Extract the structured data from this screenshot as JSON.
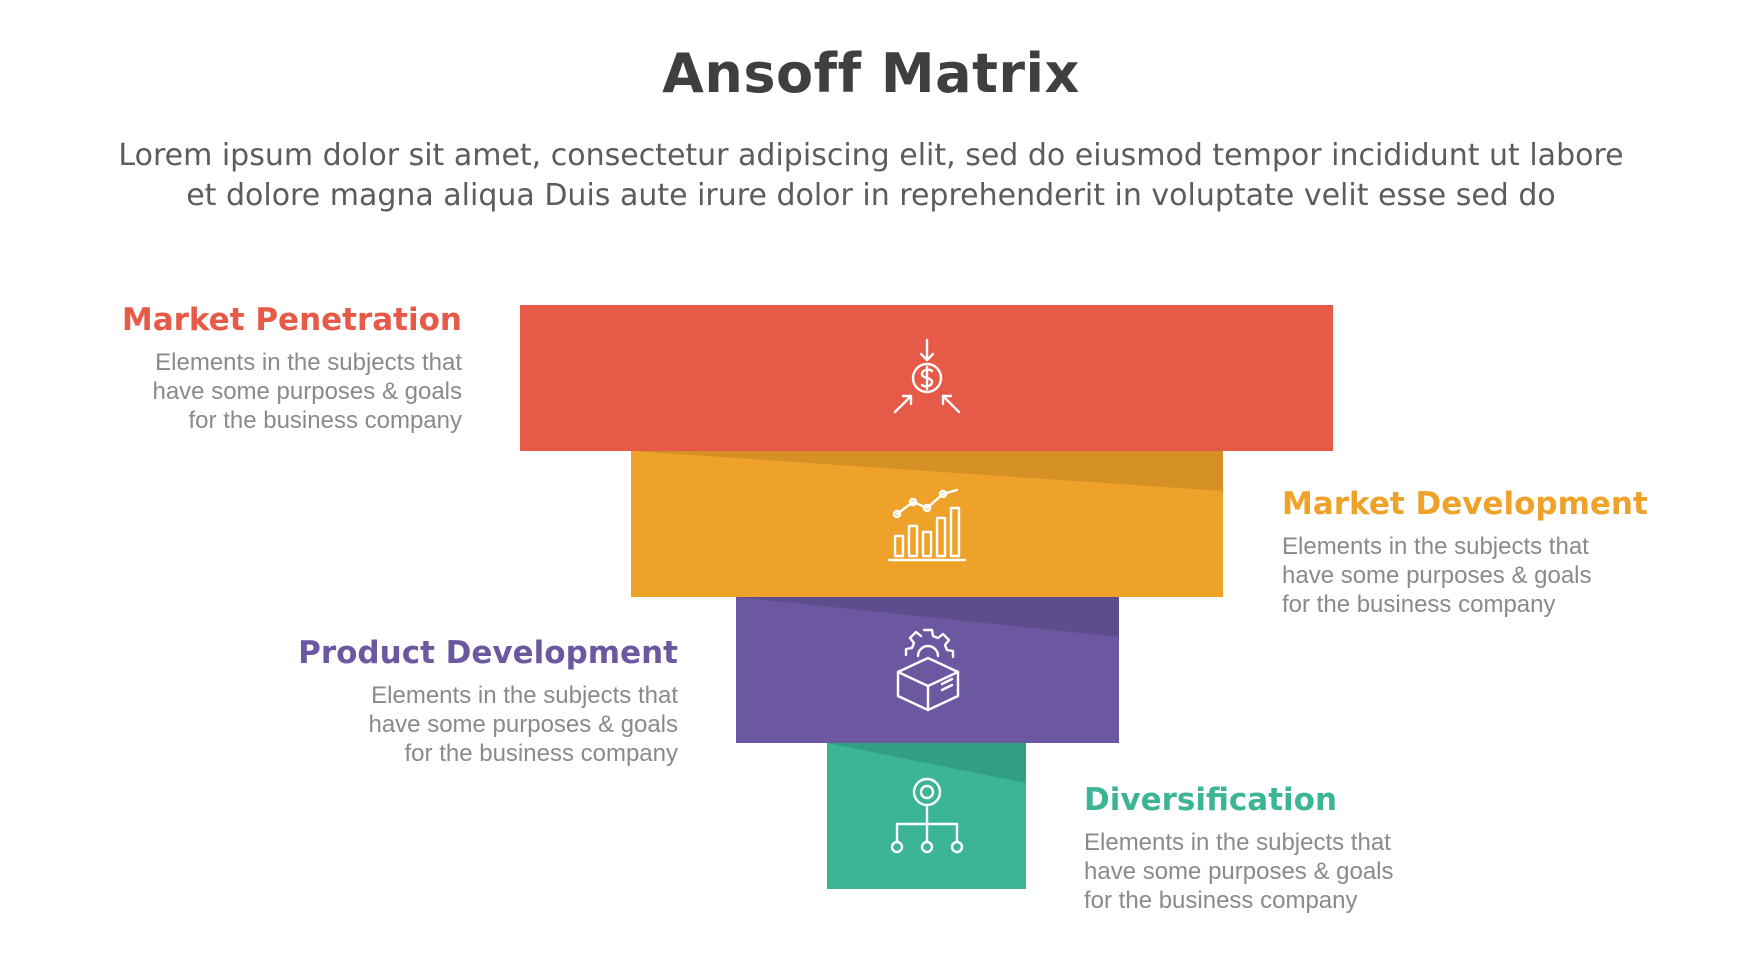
{
  "header": {
    "title": "Ansoff Matrix",
    "subtitle_line1": "Lorem ipsum dolor sit amet, consectetur adipiscing elit, sed do eiusmod tempor incididunt ut labore",
    "subtitle_line2": "et dolore magna aliqua Duis aute irure dolor in reprehenderit in voluptate velit esse sed do"
  },
  "items": [
    {
      "heading": "Market Penetration",
      "description": "Elements in the subjects that\nhave  some purposes & goals\nfor the  business company",
      "color": "#e65a47",
      "icon": "dollar-arrows-icon"
    },
    {
      "heading": "Market Development",
      "description": "Elements in the subjects that\nhave  some purposes & goals\nfor the  business company",
      "color": "#eea22a",
      "icon": "bar-chart-growth-icon"
    },
    {
      "heading": "Product Development",
      "description": "Elements in the subjects that\nhave  some purposes & goals\nfor the  business company",
      "color": "#6b58a0",
      "icon": "gear-box-icon"
    },
    {
      "heading": "Diversification",
      "description": "Elements in the subjects that\nhave  some purposes & goals\nfor the  business company",
      "color": "#3bb595",
      "icon": "hierarchy-network-icon"
    }
  ]
}
